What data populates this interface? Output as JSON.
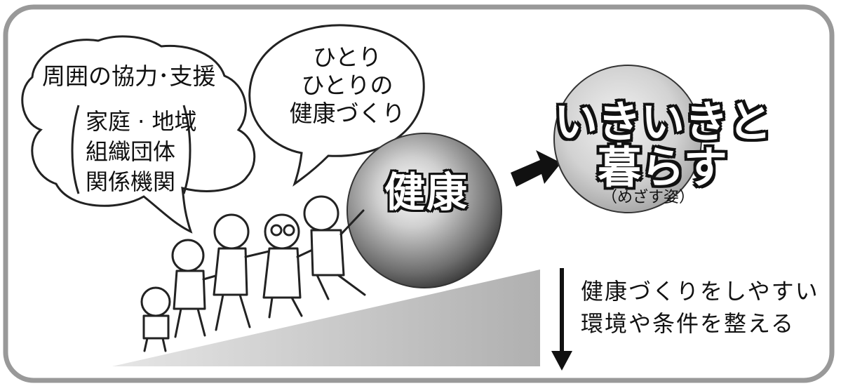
{
  "bubble_support": {
    "title": "周囲の協力･支援",
    "lines": [
      "家庭 · 地域",
      "組織団体",
      "関係機関"
    ]
  },
  "bubble_individual": {
    "lines": [
      "ひとり",
      "ひとりの",
      "健康づくり"
    ]
  },
  "health_ball": {
    "label": "健康"
  },
  "goal_ball": {
    "line1": "いきいきと",
    "line2": "暮らす",
    "sub": "（めざす姿）"
  },
  "environment": {
    "lines": [
      "健康づくりをしやすい",
      "環境や条件を整える"
    ]
  }
}
